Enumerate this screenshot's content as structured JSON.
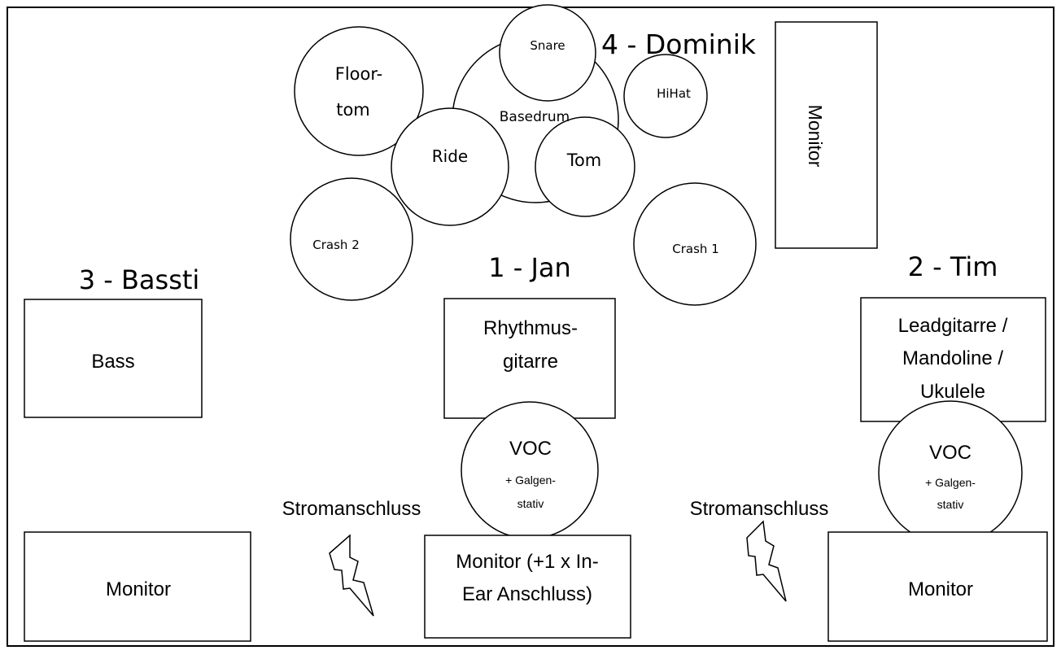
{
  "musicians": {
    "jan": "1 - Jan",
    "tim": "2 - Tim",
    "bassti": "3 - Bassti",
    "dominik": "4 - Dominik"
  },
  "drums": {
    "snare": "Snare",
    "floortom_line1": "Floor-",
    "floortom_line2": "tom",
    "basedrum": "Basedrum",
    "hihat": "HiHat",
    "ride": "Ride",
    "tom": "Tom",
    "crash2": "Crash 2",
    "crash1": "Crash 1"
  },
  "boxes": {
    "drum_monitor": "Monitor",
    "bass": "Bass",
    "rhythm_line1": "Rhythmus-",
    "rhythm_line2": "gitarre",
    "lead_line1": "Leadgitarre /",
    "lead_line2": "Mandoline /",
    "lead_line3": "Ukulele",
    "left_monitor": "Monitor",
    "center_monitor_line1": "Monitor (+1 x In-",
    "center_monitor_line2": "Ear Anschluss)",
    "right_monitor": "Monitor"
  },
  "vocals": {
    "center": {
      "title": "VOC",
      "line1": "+ Galgen-",
      "line2": "stativ"
    },
    "right": {
      "title": "VOC",
      "line1": "+ Galgen-",
      "line2": "stativ"
    }
  },
  "power": {
    "left": "Stromanschluss",
    "right": "Stromanschluss"
  },
  "style": {
    "stroke_color": "#000000",
    "fill_color": "#ffffff"
  },
  "icons": [
    "lightning-bolt-icon",
    "lightning-bolt-icon"
  ]
}
